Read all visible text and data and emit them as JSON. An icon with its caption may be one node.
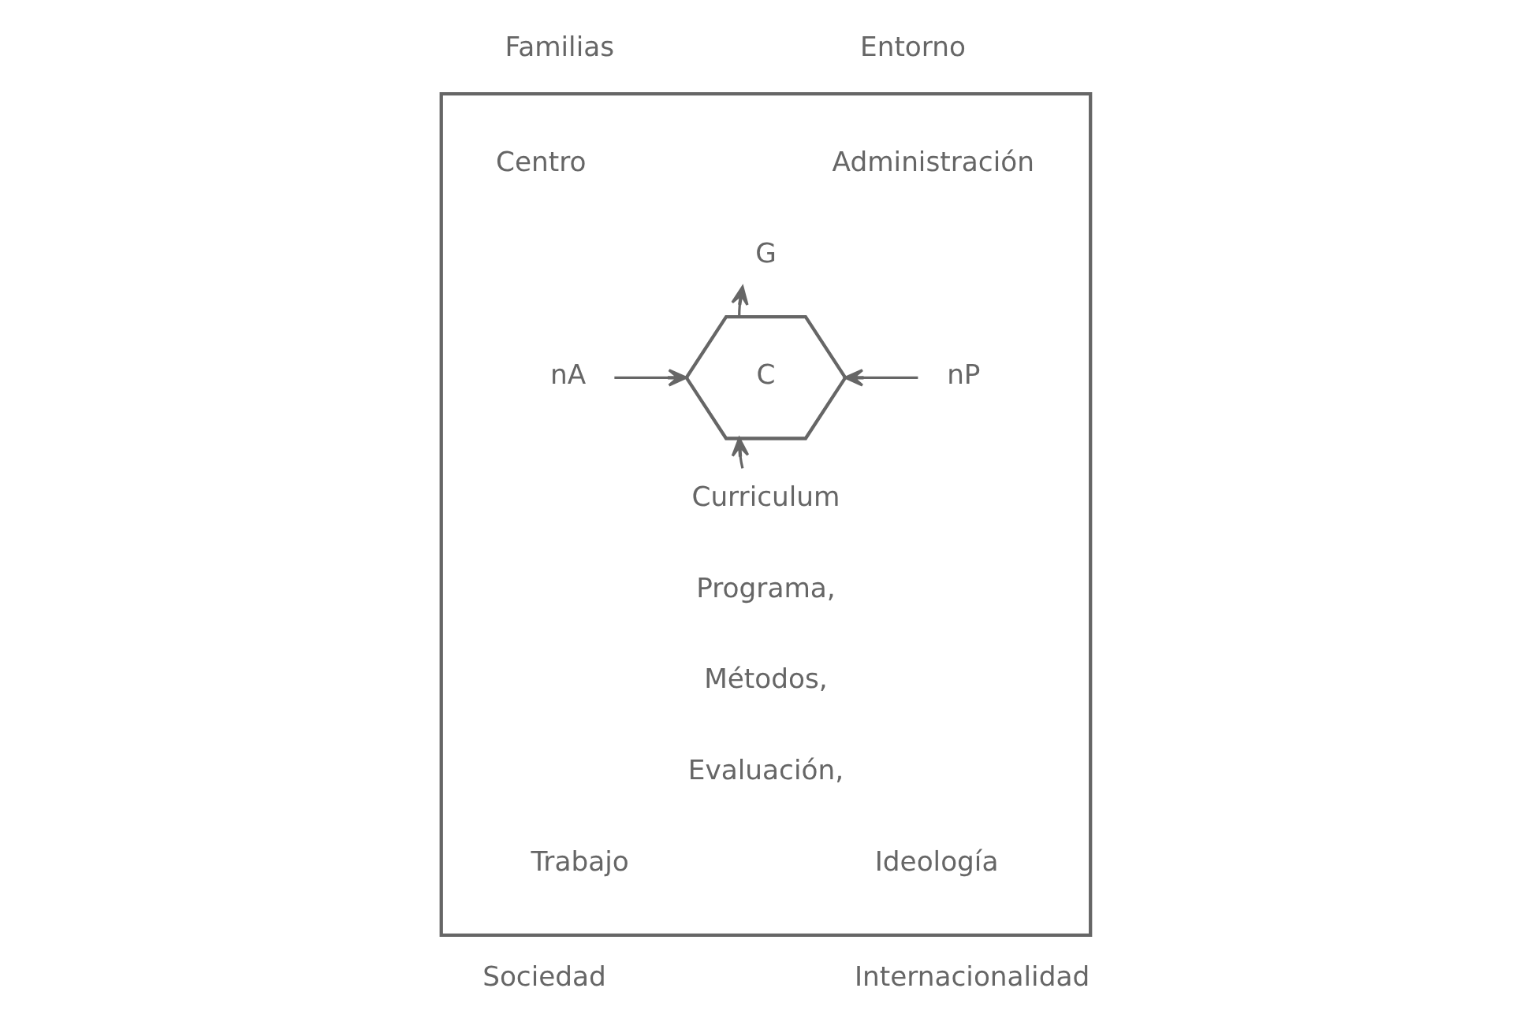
{
  "diagram": {
    "nodes": [
      {
        "text": [],
        "shape": "box"
      },
      {
        "text": [
          "G"
        ],
        "in": 0
      },
      {
        "text": [
          "nA"
        ],
        "in": 0
      },
      {
        "text": [
          "C"
        ],
        "in": 0
      },
      {
        "text": [
          "nP"
        ],
        "in": 0
      },
      {
        "text": [
          "Curriculum"
        ],
        "in": 0
      }
    ],
    "edges": [
      {
        "from": 2,
        "to": 3,
        "arrow": "to"
      },
      {
        "from": 4,
        "to": 3,
        "arrow": "to"
      },
      {
        "from": 5,
        "to": 3,
        "arrow": "to"
      },
      {
        "from": 3,
        "to": 1,
        "arrow": "to"
      }
    ],
    "labels": [
      "Familias",
      "Entorno",
      "Centro",
      "Administración",
      "Programa,",
      "Métodos,",
      "Evaluación,",
      "Trabajo",
      "Ideología",
      "Sociedad",
      "Internacionalidad"
    ]
  }
}
